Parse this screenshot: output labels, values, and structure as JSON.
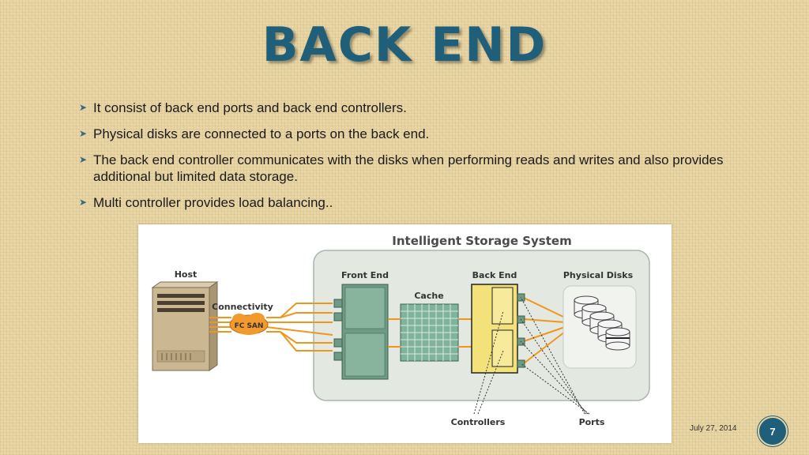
{
  "slide": {
    "title": "BACK END",
    "bullets": [
      "It consist of back end ports and back end controllers.",
      "Physical disks are connected to a ports on the back end.",
      "The back end controller communicates with the disks when performing reads and writes and also provides additional but limited data storage.",
      "Multi controller provides load balancing.."
    ],
    "date": "July 27, 2014",
    "page_number": "7"
  },
  "diagram": {
    "system_label": "Intelligent Storage System",
    "host_label": "Host",
    "connectivity_label": "Connectivity",
    "fc_san_label": "FC SAN",
    "front_end_label": "Front End",
    "cache_label": "Cache",
    "back_end_label": "Back End",
    "physical_disks_label": "Physical Disks",
    "controllers_label": "Controllers",
    "ports_label": "Ports"
  },
  "colors": {
    "title": "#1f5f7a",
    "accent_orange": "#f0961e",
    "cache_green": "#7fb39a",
    "backend_yellow": "#f3e27a"
  }
}
